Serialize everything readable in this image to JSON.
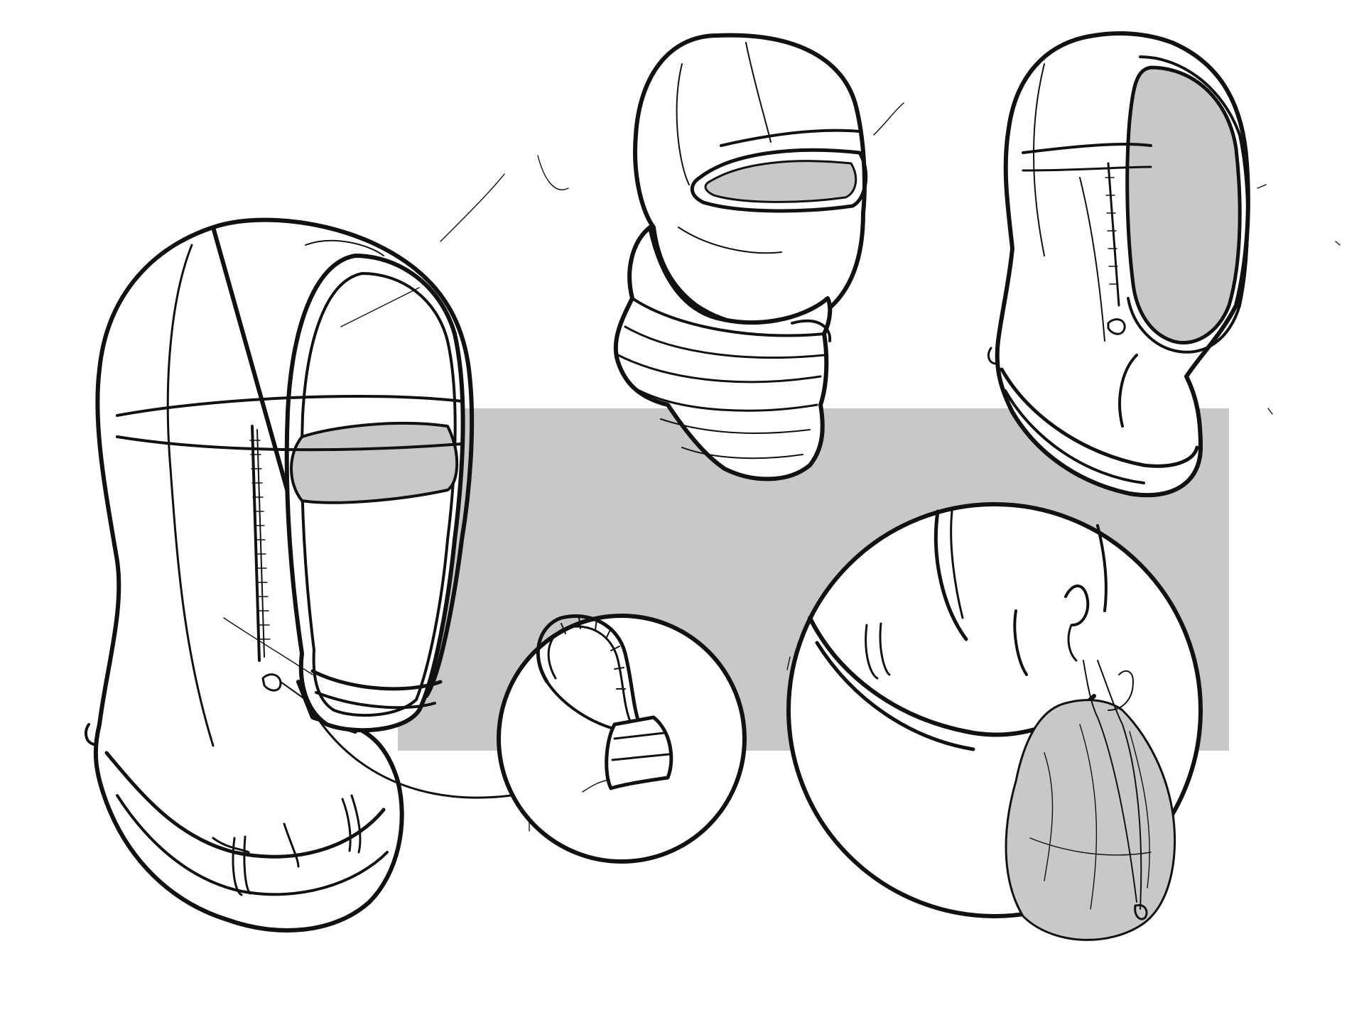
{
  "colors": {
    "background": "#ffffff",
    "panel": "#c8c8c8",
    "ink": "#111111",
    "visor": "#c8c8c8"
  },
  "icons": [
    "hood-side-view-illustration",
    "balaclava-neck-view-illustration",
    "hood-profile-view-illustration",
    "toggle-loop-detail-illustration",
    "bag-hook-detail-illustration"
  ]
}
